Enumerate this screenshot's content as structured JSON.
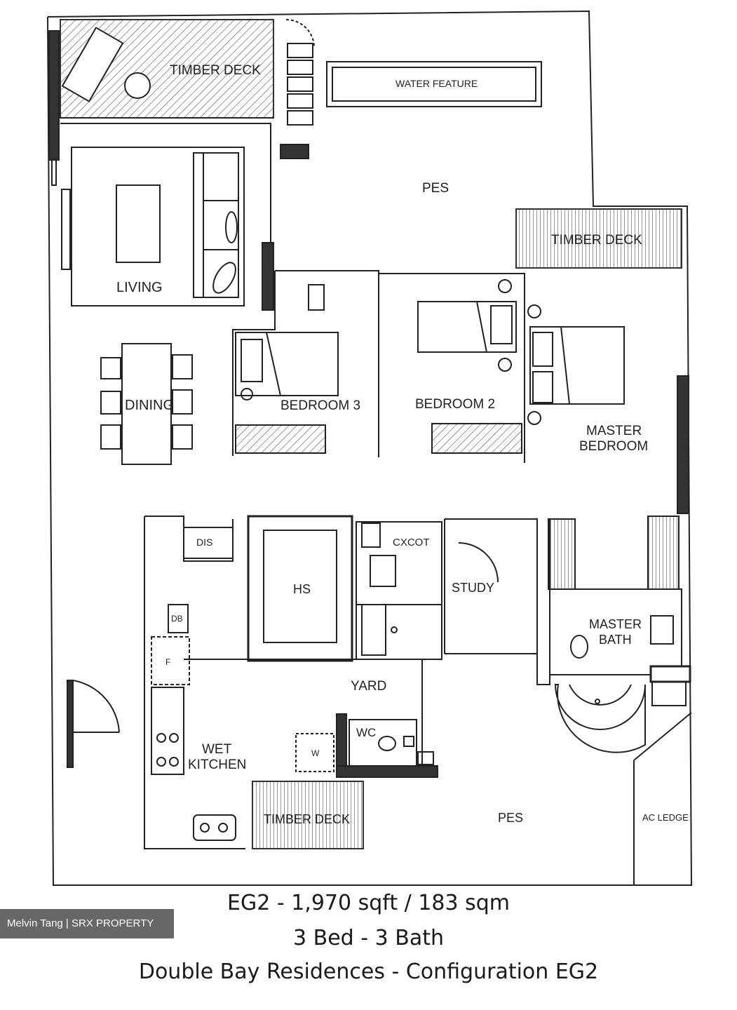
{
  "rooms": {
    "timber_deck_top": "TIMBER DECK",
    "water_feature": "WATER FEATURE",
    "pes_top": "PES",
    "timber_deck_right": "TIMBER DECK",
    "living": "LIVING",
    "dining": "DINING",
    "bedroom3": "BEDROOM 3",
    "bedroom2": "BEDROOM 2",
    "master_bedroom_line1": "MASTER",
    "master_bedroom_line2": "BEDROOM",
    "dis": "DIS",
    "hs": "HS",
    "closet": "CXCOT",
    "study": "STUDY",
    "db": "DB",
    "fridge": "F",
    "master_bath_line1": "MASTER",
    "master_bath_line2": "BATH",
    "yard": "YARD",
    "wc": "WC",
    "washer": "W",
    "wet_kitchen_line1": "WET",
    "wet_kitchen_line2": "KITCHEN",
    "timber_deck_bottom": "TIMBER DECK",
    "pes_bottom": "PES",
    "ac_ledge": "AC LEDGE"
  },
  "caption": {
    "unit_size": "EG2 - 1,970 sqft / 183 sqm",
    "layout": "3 Bed - 3 Bath",
    "project": "Double Bay Residences - Configuration EG2"
  },
  "watermark": "Melvin Tang | SRX PROPERTY",
  "colors": {
    "line": "#222222",
    "paper": "#ffffff",
    "hatch": "#444444"
  }
}
